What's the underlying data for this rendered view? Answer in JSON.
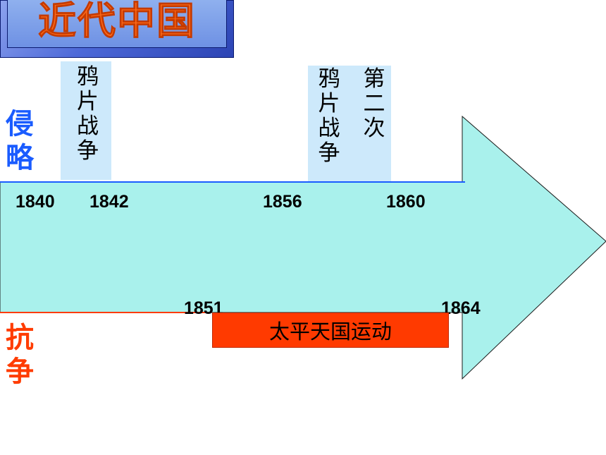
{
  "title": "近代中国",
  "labels": {
    "invasion": "侵略",
    "resistance": "抗争"
  },
  "events": {
    "opium_war": "鸦片战争",
    "second_opium_war_line1": "第二次",
    "second_opium_war_line2": "鸦片战争",
    "taiping": "太平天国运动"
  },
  "years": {
    "y1840": "1840",
    "y1842": "1842",
    "y1856": "1856",
    "y1860": "1860",
    "y1851": "1851",
    "y1864": "1864"
  },
  "colors": {
    "arrow_fill": "#a9f1ec",
    "invasion_line": "#1a5cff",
    "resistance_line": "#ff3c00",
    "title_text": "#ff6a1a",
    "taiping_bar": "#ff3a00",
    "event_box": "#cde9fb"
  }
}
